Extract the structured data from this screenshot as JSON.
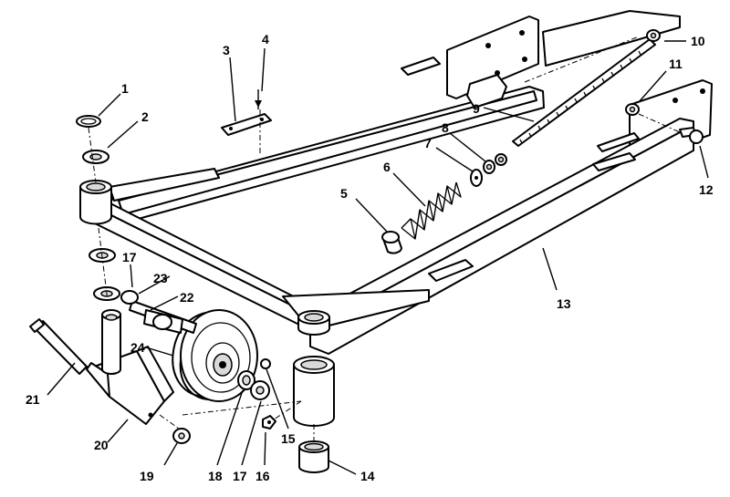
{
  "diagram": {
    "callouts": [
      {
        "id": "c1",
        "label": "1"
      },
      {
        "id": "c2",
        "label": "2"
      },
      {
        "id": "c3",
        "label": "3"
      },
      {
        "id": "c4",
        "label": "4"
      },
      {
        "id": "c5",
        "label": "5"
      },
      {
        "id": "c6",
        "label": "6"
      },
      {
        "id": "c7",
        "label": "7"
      },
      {
        "id": "c8",
        "label": "8"
      },
      {
        "id": "c9",
        "label": "9"
      },
      {
        "id": "c10",
        "label": "10"
      },
      {
        "id": "c11",
        "label": "11"
      },
      {
        "id": "c12",
        "label": "12"
      },
      {
        "id": "c13",
        "label": "13"
      },
      {
        "id": "c14",
        "label": "14"
      },
      {
        "id": "c15",
        "label": "15"
      },
      {
        "id": "c16",
        "label": "16"
      },
      {
        "id": "c17a",
        "label": "17"
      },
      {
        "id": "c17b",
        "label": "17"
      },
      {
        "id": "c18",
        "label": "18"
      },
      {
        "id": "c19",
        "label": "19"
      },
      {
        "id": "c20",
        "label": "20"
      },
      {
        "id": "c21",
        "label": "21"
      },
      {
        "id": "c22",
        "label": "22"
      },
      {
        "id": "c23",
        "label": "23"
      },
      {
        "id": "c24",
        "label": "24"
      }
    ]
  }
}
